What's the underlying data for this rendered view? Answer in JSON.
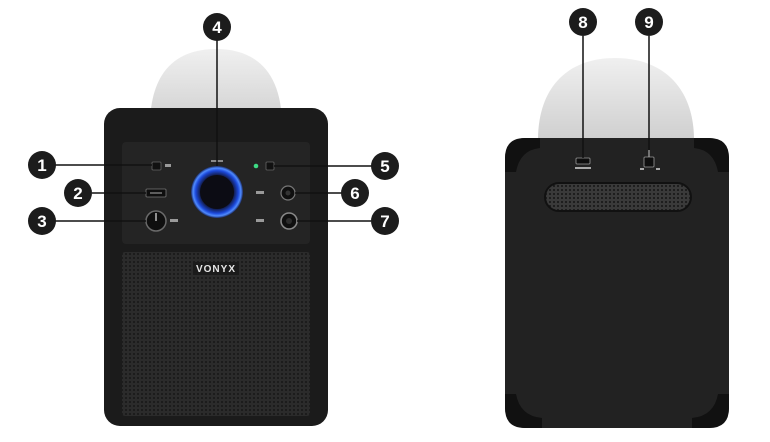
{
  "front": {
    "brand": "VONYX"
  },
  "callouts": [
    {
      "number": "1"
    },
    {
      "number": "2"
    },
    {
      "number": "3"
    },
    {
      "number": "4"
    },
    {
      "number": "5"
    },
    {
      "number": "6"
    },
    {
      "number": "7"
    },
    {
      "number": "8"
    },
    {
      "number": "9"
    }
  ],
  "colors": {
    "body": "#1a1a1a",
    "panel": "#232323",
    "grille": "#262626",
    "dome": "#e6e6e6",
    "badge": "#1c1c1c",
    "knob_ring": "#2a6cff",
    "led": "#3ddc84"
  }
}
